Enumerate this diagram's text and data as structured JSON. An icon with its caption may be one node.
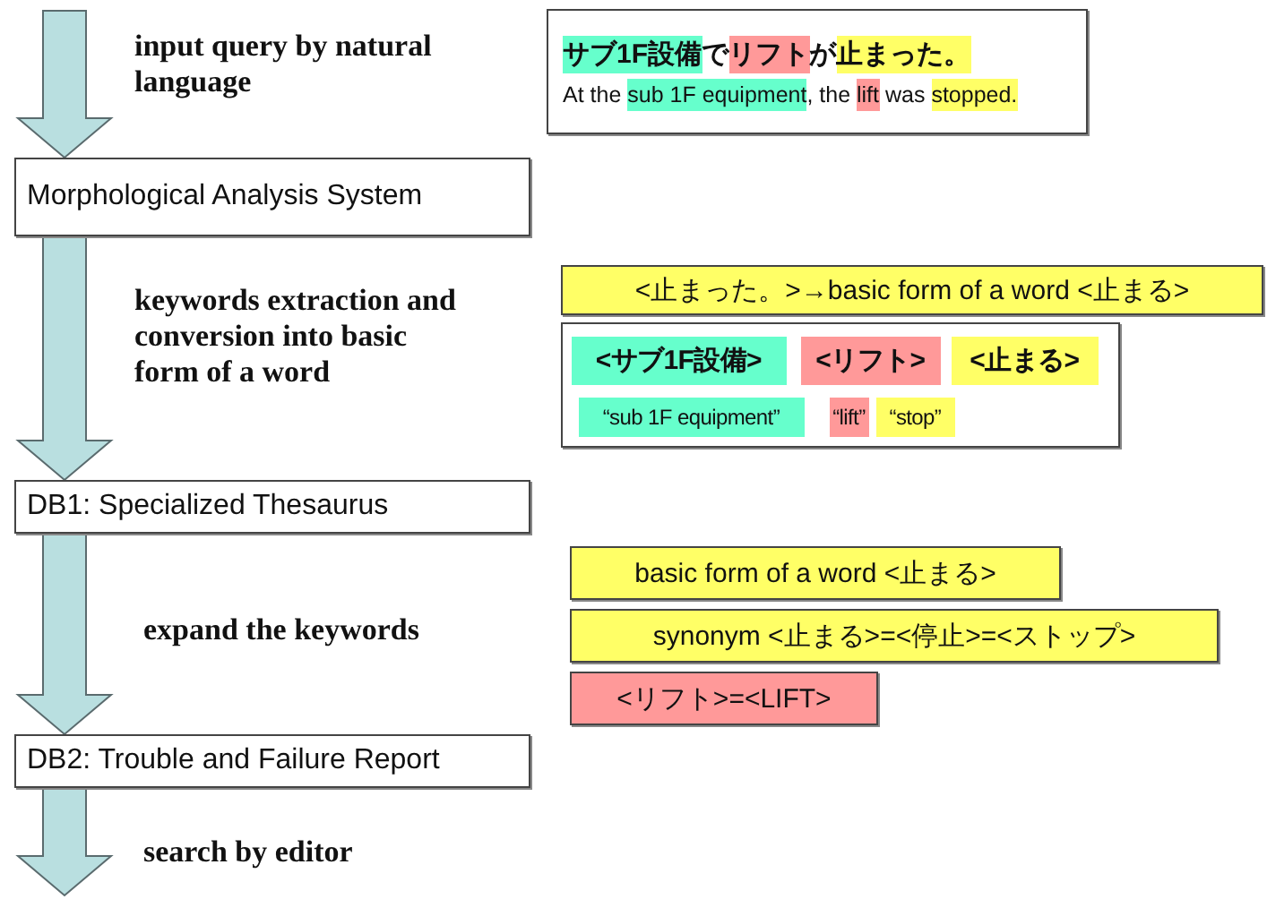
{
  "diagram": {
    "nodes": [
      {
        "text": [
          "サブ1F設備でリフトが止まった。",
          "At the sub 1F equipment, the lift was stopped."
        ]
      },
      {
        "text": [
          "Morphological Analysis System"
        ]
      },
      {
        "text": [
          "<止まった。>→basic form of a word <止まる>"
        ]
      },
      {
        "text": [],
        "shape": "box"
      },
      {
        "text": [
          "<サブ1F設備>"
        ],
        "in": 3
      },
      {
        "text": [
          "<リフト>"
        ],
        "in": 3
      },
      {
        "text": [
          "<止まる>"
        ],
        "in": 3
      },
      {
        "text": [
          "“sub 1F equipment”"
        ],
        "in": 3
      },
      {
        "text": [
          "“lift”"
        ],
        "in": 3
      },
      {
        "text": [
          "“stop”"
        ],
        "in": 3
      },
      {
        "text": [
          "DB1: Specialized Thesaurus"
        ]
      },
      {
        "text": [
          "basic form of a word <止まる>"
        ]
      },
      {
        "text": [
          "synonym <止まる>=<停止>=<ストップ>"
        ]
      },
      {
        "text": [
          "<リフト>=<LIFT>"
        ]
      },
      {
        "text": [
          "DB2: Trouble and Failure Report"
        ]
      }
    ],
    "edges": [
      {
        "from": null,
        "to": 1,
        "arrow": "to",
        "label": "input query by natural language"
      },
      {
        "from": 1,
        "to": 10,
        "arrow": "to",
        "label": "keywords extraction and conversion into basic form of a word"
      },
      {
        "from": 10,
        "to": 14,
        "arrow": "to",
        "label": "expand the keywords"
      },
      {
        "from": 14,
        "to": null,
        "arrow": "to",
        "label": "search by editor"
      }
    ]
  }
}
